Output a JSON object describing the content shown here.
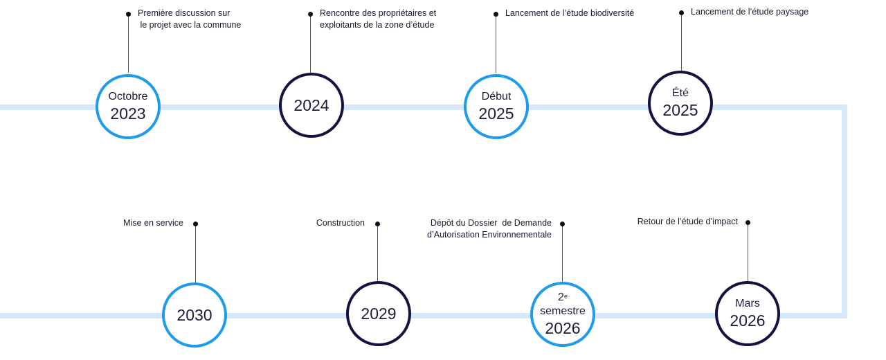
{
  "colors": {
    "track": "#d6e9fb",
    "circle_light": "#1e9be9",
    "circle_dark": "#13133f",
    "text": "#1c1c3a"
  },
  "milestones": [
    {
      "label": "Octobre",
      "year": "2023",
      "style": "light",
      "note": [
        "Première discussion sur",
        " le projet avec la commune"
      ]
    },
    {
      "label": "",
      "year": "2024",
      "style": "dark",
      "note": [
        "Rencontre des propriétaires et",
        "exploitants de la zone d’étude"
      ]
    },
    {
      "label": "Début",
      "year": "2025",
      "style": "light",
      "note": [
        "Lancement de l’étude biodiversité"
      ]
    },
    {
      "label": "Été",
      "year": "2025",
      "style": "dark",
      "note": [
        "Lancement de l’étude paysage"
      ]
    },
    {
      "label": "Mars",
      "year": "2026",
      "style": "dark",
      "note": [
        "Retour de l’étude d’impact"
      ]
    },
    {
      "label_num": "2",
      "label_sup": "e",
      "label_2": "semestre",
      "year": "2026",
      "style": "light",
      "note": [
        "Dépôt du Dossier  de Demande",
        "d’Autorisation Environnementale"
      ]
    },
    {
      "label": "",
      "year": "2029",
      "style": "dark",
      "note": [
        "Construction"
      ]
    },
    {
      "label": "",
      "year": "2030",
      "style": "light",
      "note": [
        "Mise en service"
      ]
    }
  ]
}
